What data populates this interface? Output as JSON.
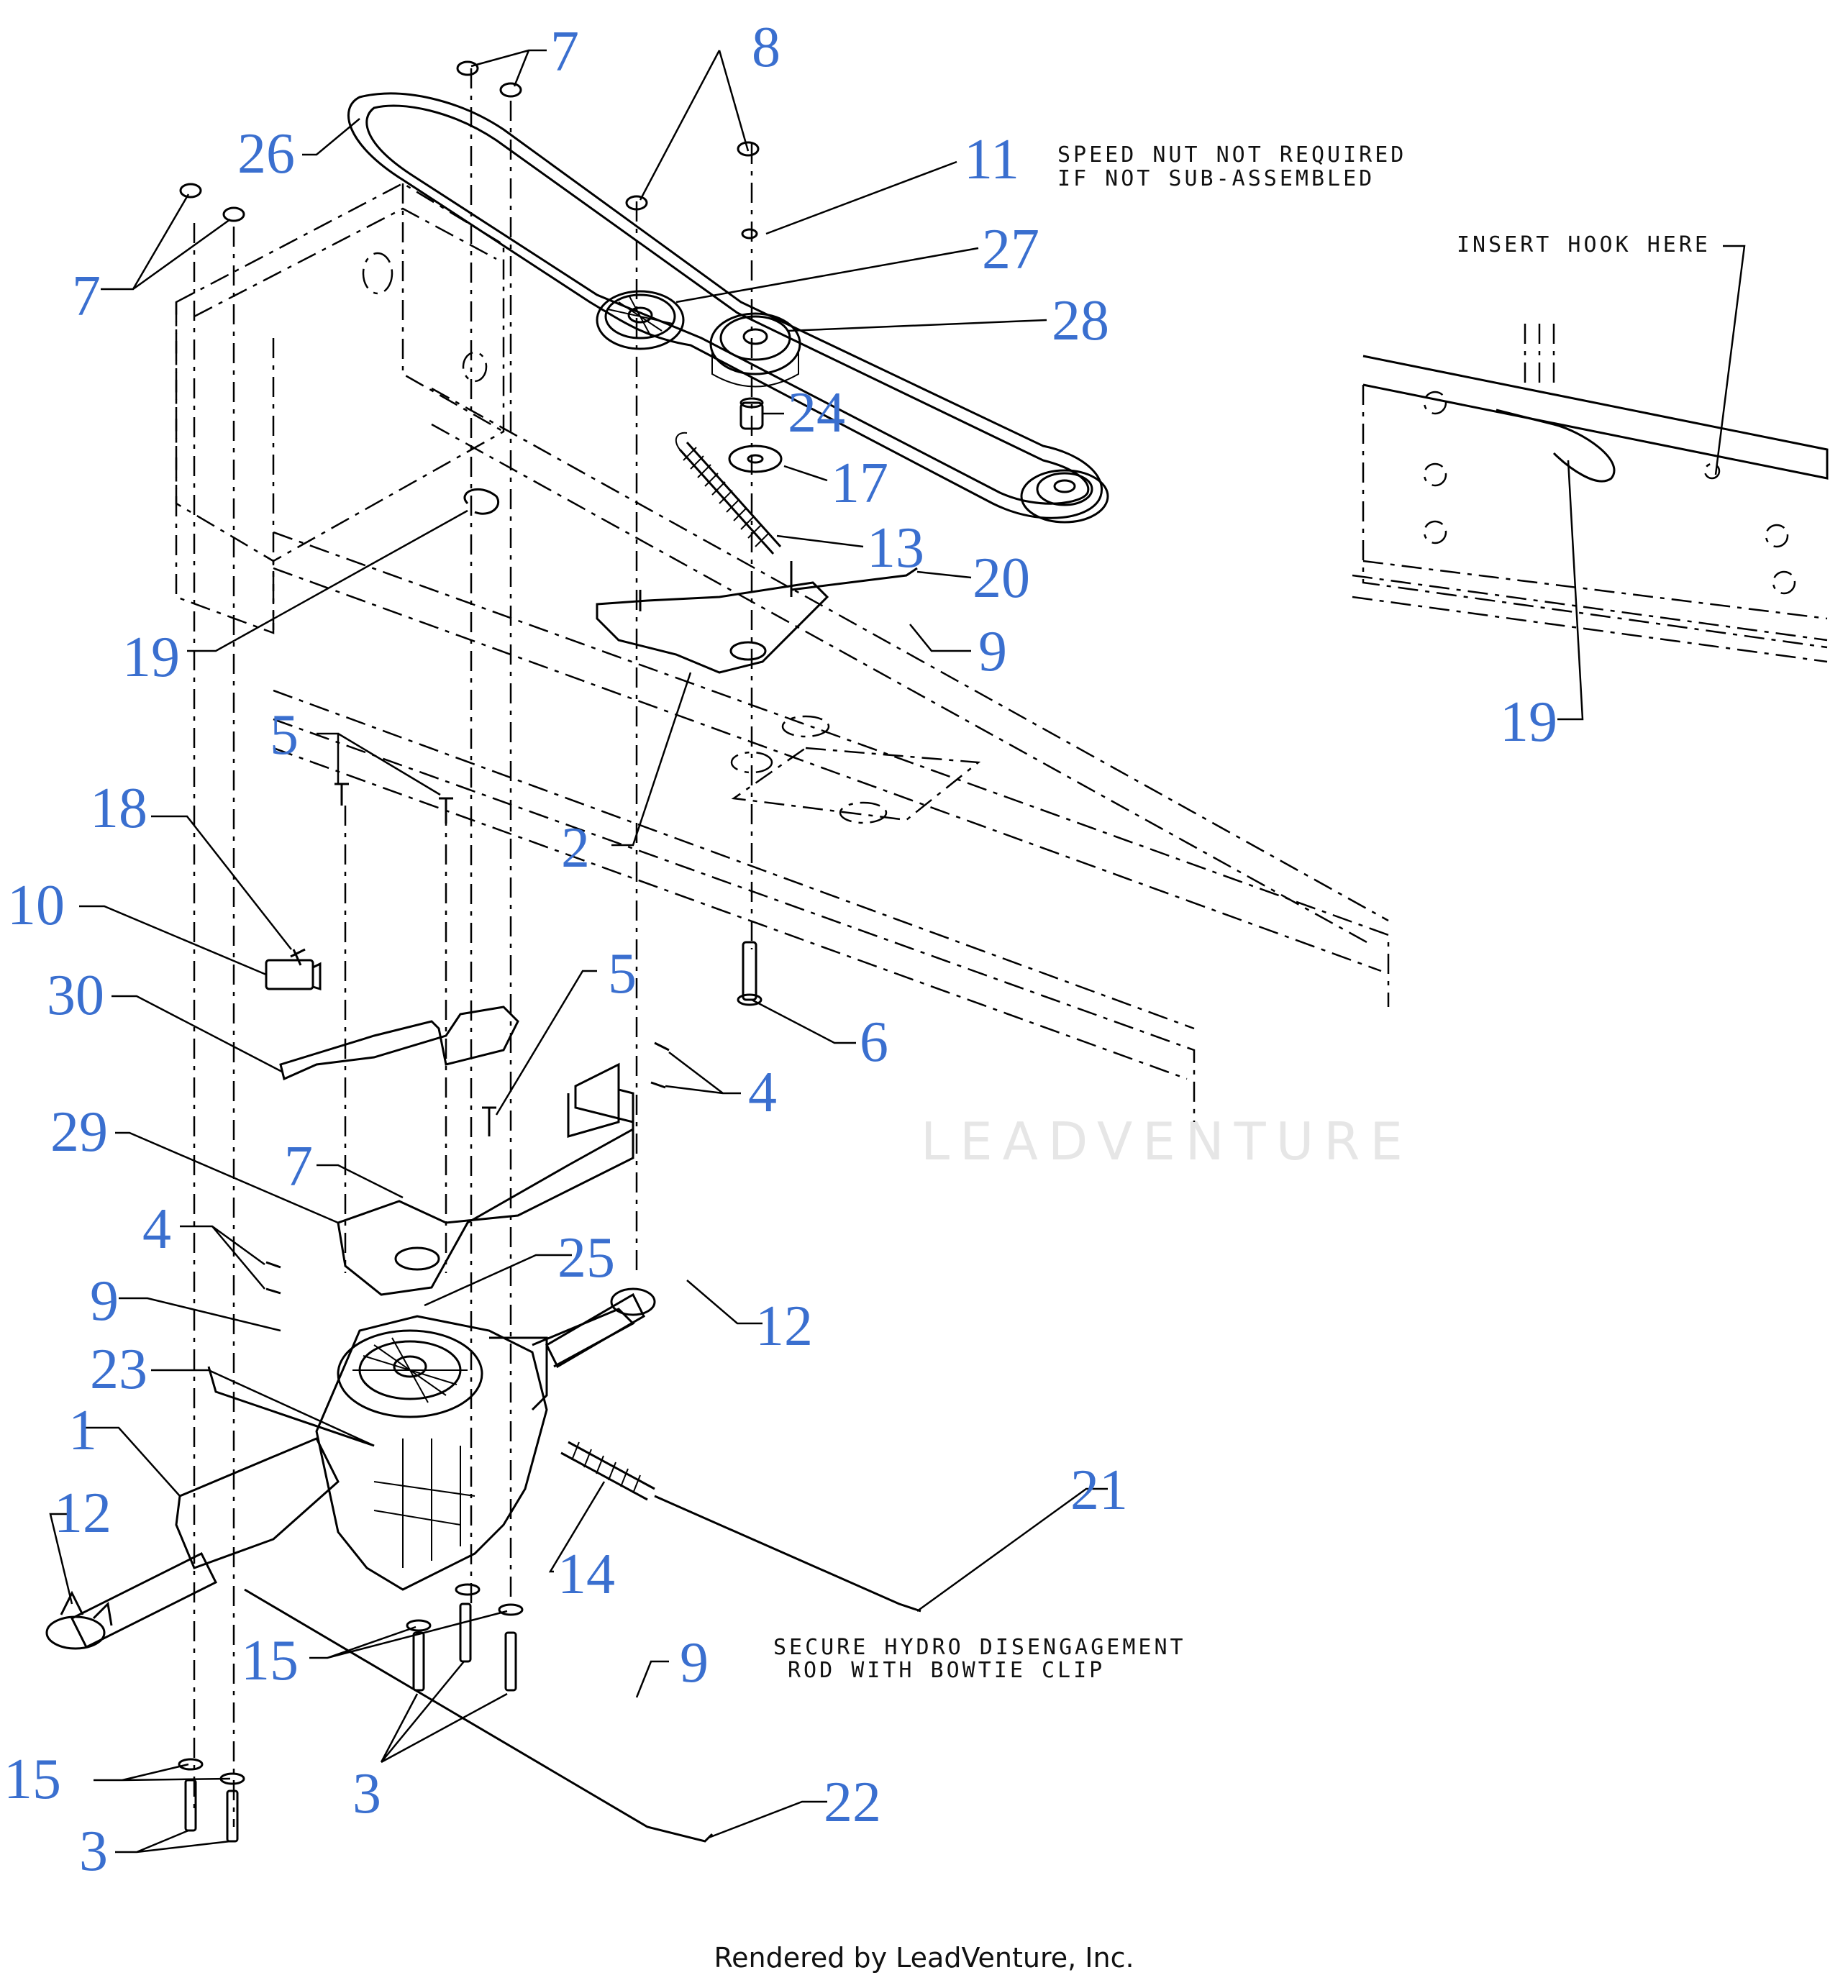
{
  "callouts": [
    {
      "id": "c1",
      "label": "1"
    },
    {
      "id": "c2",
      "label": "2"
    },
    {
      "id": "c3a",
      "label": "3"
    },
    {
      "id": "c3b",
      "label": "3"
    },
    {
      "id": "c4a",
      "label": "4"
    },
    {
      "id": "c4b",
      "label": "4"
    },
    {
      "id": "c5a",
      "label": "5"
    },
    {
      "id": "c5b",
      "label": "5"
    },
    {
      "id": "c6",
      "label": "6"
    },
    {
      "id": "c7a",
      "label": "7"
    },
    {
      "id": "c7b",
      "label": "7"
    },
    {
      "id": "c7c",
      "label": "7"
    },
    {
      "id": "c8",
      "label": "8"
    },
    {
      "id": "c9a",
      "label": "9"
    },
    {
      "id": "c9b",
      "label": "9"
    },
    {
      "id": "c9c",
      "label": "9"
    },
    {
      "id": "c10",
      "label": "10"
    },
    {
      "id": "c11",
      "label": "11"
    },
    {
      "id": "c12a",
      "label": "12"
    },
    {
      "id": "c12b",
      "label": "12"
    },
    {
      "id": "c13",
      "label": "13"
    },
    {
      "id": "c14",
      "label": "14"
    },
    {
      "id": "c15a",
      "label": "15"
    },
    {
      "id": "c15b",
      "label": "15"
    },
    {
      "id": "c17",
      "label": "17"
    },
    {
      "id": "c18",
      "label": "18"
    },
    {
      "id": "c19a",
      "label": "19"
    },
    {
      "id": "c19b",
      "label": "19"
    },
    {
      "id": "c20",
      "label": "20"
    },
    {
      "id": "c21",
      "label": "21"
    },
    {
      "id": "c22",
      "label": "22"
    },
    {
      "id": "c23",
      "label": "23"
    },
    {
      "id": "c24",
      "label": "24"
    },
    {
      "id": "c25",
      "label": "25"
    },
    {
      "id": "c26",
      "label": "26"
    },
    {
      "id": "c27",
      "label": "27"
    },
    {
      "id": "c28",
      "label": "28"
    },
    {
      "id": "c29",
      "label": "29"
    },
    {
      "id": "c30",
      "label": "30"
    }
  ],
  "notes": {
    "speed_nut_line1": "SPEED NUT NOT REQUIRED",
    "speed_nut_line2": "IF NOT SUB-ASSEMBLED",
    "insert_hook": "INSERT HOOK HERE",
    "hydro_line1": "SECURE HYDRO DISENGAGEMENT",
    "hydro_line2": "ROD WITH BOWTIE CLIP"
  },
  "watermark": "LEADVENTURE",
  "footer": "Rendered by LeadVenture, Inc.",
  "colors": {
    "callout": "#3a6fcf",
    "line": "#000000",
    "watermark": "#e6e6e6"
  }
}
